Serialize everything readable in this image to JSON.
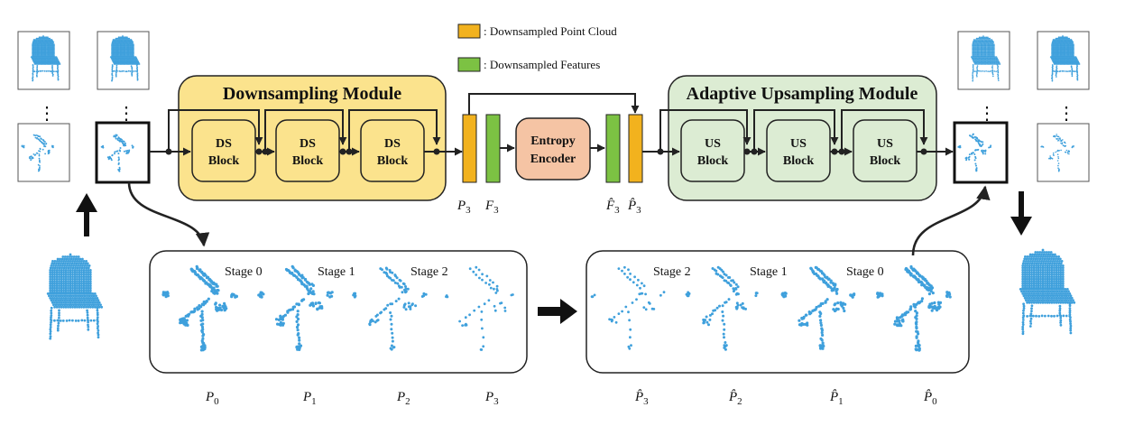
{
  "legend": {
    "point_cloud": ": Downsampled Point Cloud",
    "features": ": Downsampled Features",
    "point_cloud_color": "#f2b21e",
    "features_color": "#7cc243"
  },
  "downsampling_module": {
    "title": "Downsampling Module",
    "fill": "#fbe38d",
    "blocks": [
      {
        "line1": "DS",
        "line2": "Block"
      },
      {
        "line1": "DS",
        "line2": "Block"
      },
      {
        "line1": "DS",
        "line2": "Block"
      }
    ]
  },
  "upsampling_module": {
    "title": "Adaptive Upsampling  Module",
    "fill": "#dcecd3",
    "blocks": [
      {
        "line1": "US",
        "line2": "Block"
      },
      {
        "line1": "US",
        "line2": "Block"
      },
      {
        "line1": "US",
        "line2": "Block"
      }
    ]
  },
  "entropy_encoder": {
    "line1": "Entropy",
    "line2": "Encoder",
    "fill": "#f5c4a4"
  },
  "bottleneck_labels": {
    "p3": {
      "base": "P",
      "sub": "3"
    },
    "f3": {
      "base": "F",
      "sub": "3"
    },
    "f3hat": {
      "base": "F̂",
      "sub": "3"
    },
    "p3hat": {
      "base": "P̂",
      "sub": "3"
    }
  },
  "down_stages": [
    "Stage 0",
    "Stage 1",
    "Stage 2"
  ],
  "up_stages": [
    "Stage 2",
    "Stage 1",
    "Stage 0"
  ],
  "bottom_left_labels": [
    {
      "base": "P",
      "sub": "0"
    },
    {
      "base": "P",
      "sub": "1"
    },
    {
      "base": "P",
      "sub": "2"
    },
    {
      "base": "P",
      "sub": "3"
    }
  ],
  "bottom_right_labels": [
    {
      "base": "P̂",
      "sub": "3"
    },
    {
      "base": "P̂",
      "sub": "2"
    },
    {
      "base": "P̂",
      "sub": "1"
    },
    {
      "base": "P̂",
      "sub": "0"
    }
  ],
  "ellipsis": "⋮",
  "colors": {
    "points": "#3fa0dc"
  }
}
